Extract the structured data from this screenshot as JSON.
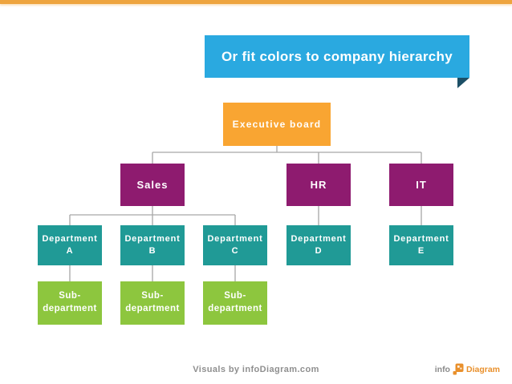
{
  "slide": {
    "top_bar_color": "#EEA43E",
    "background_color": "#FFFFFF"
  },
  "banner": {
    "title": "Or fit colors to company hierarchy",
    "background_color": "#2AA9E0",
    "fold_color": "#1C4F66",
    "text_color": "#FFFFFF"
  },
  "org_chart": {
    "connector_color": "#A6A6A6",
    "nodes": {
      "executive": {
        "label": "Executive board",
        "color": "#F9A532"
      },
      "sales": {
        "label": "Sales",
        "color": "#8E1B6F"
      },
      "hr": {
        "label": "HR",
        "color": "#8E1B6F"
      },
      "it": {
        "label": "IT",
        "color": "#8E1B6F"
      },
      "dept_a": {
        "label": "Department\nA",
        "color": "#209A96"
      },
      "dept_b": {
        "label": "Department\nB",
        "color": "#209A96"
      },
      "dept_c": {
        "label": "Department\nC",
        "color": "#209A96"
      },
      "dept_d": {
        "label": "Department\nD",
        "color": "#209A96"
      },
      "dept_e": {
        "label": "Department\nE",
        "color": "#209A96"
      },
      "sub_a": {
        "label": "Sub-\ndepartment",
        "color": "#8DC63E"
      },
      "sub_b": {
        "label": "Sub-\ndepartment",
        "color": "#8DC63E"
      },
      "sub_c": {
        "label": "Sub-\ndepartment",
        "color": "#8DC63E"
      }
    }
  },
  "footer": {
    "credit": "Visuals by infoDiagram.com",
    "logo": {
      "prefix": "info",
      "suffix": "Diagram",
      "accent_color": "#E9902C",
      "gray_color": "#8A8A8A"
    }
  }
}
